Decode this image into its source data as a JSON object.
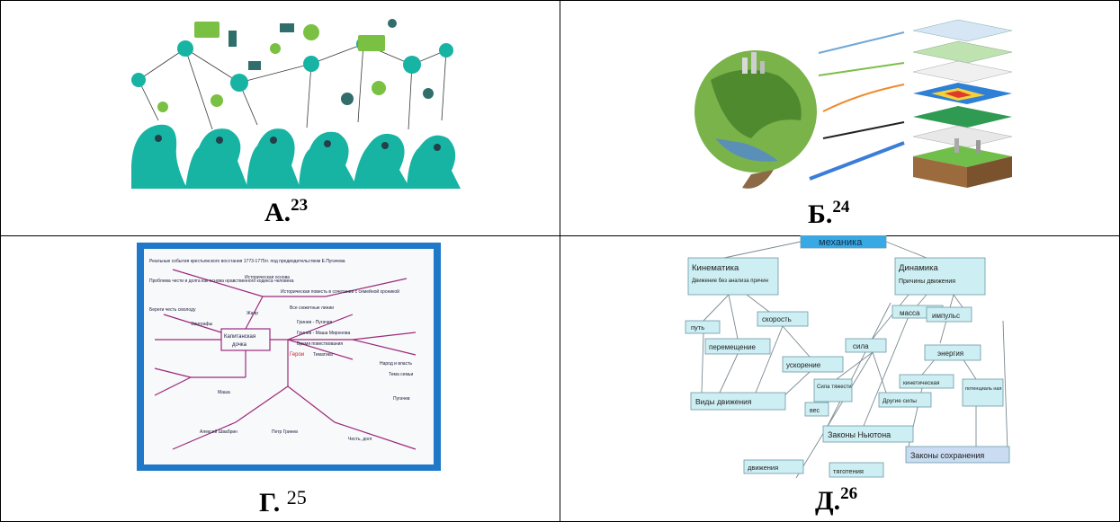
{
  "cells": {
    "a": {
      "letter": "А.",
      "note": "23"
    },
    "b": {
      "letter": "Б.",
      "note": "24"
    },
    "g": {
      "letter": "Г.",
      "note": "25"
    },
    "d": {
      "letter": "Д.",
      "note": "26"
    }
  },
  "mindmap": {
    "center": "Капитанская дочка",
    "hero": "Герои",
    "branches": [
      "Реальные события крестьянского восстания 1773-1775гг. под предводительством Е.Пугачева",
      "Проблема чести и долга как основа нравственного кодекса человека",
      "Историческая основа",
      "Историческая повесть в сочетании с семейной хроникой",
      "Береги честь смолоду",
      "Эпиграфы",
      "Жанр",
      "Все сюжетные линии",
      "Гринев - Пугачев",
      "Гринев - Маша Миронова",
      "Время повествования",
      "Тематика",
      "Маша",
      "Алексей Швабрин",
      "Петр Гринев",
      "Пугачев",
      "Честь, долг",
      "Тема семьи",
      "Народ и власть"
    ]
  },
  "concept_map": {
    "root": "механика",
    "kinematics": {
      "title": "Кинематика",
      "sub": "Движение без анализа причин"
    },
    "dynamics": {
      "title": "Динамика",
      "sub": "Причины движения"
    },
    "nodes": {
      "put": "путь",
      "skorost": "скорость",
      "peremeshenie": "перемещение",
      "uskorenie": "ускорение",
      "vidy": "Виды движения",
      "massa": "масса",
      "impuls": "импульс",
      "sila": "сила",
      "energiya": "энергия",
      "kinet": "кинетическая",
      "potenc": "потенциаль ная",
      "tyazh": "Сила тяжести",
      "ves": "вес",
      "drugie": "Другие силы",
      "zakony_n": "Законы Ньютона",
      "zakony_s": "Законы сохранения",
      "dvizh": "движения",
      "tyag": "тяготения"
    }
  },
  "colors": {
    "teal": "#17b3a3",
    "green": "#7ac143",
    "mm_line": "#9b2a7a",
    "mm_frame": "#1f78c8",
    "cm_node": "#cdeef2",
    "cm_root": "#39a9e6"
  }
}
